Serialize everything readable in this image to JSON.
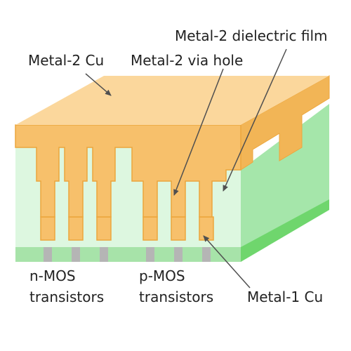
{
  "labels": {
    "dielectric": "Metal-2 dielectric film",
    "cu2": "Metal-2 Cu",
    "via": "Metal-2 via hole",
    "nmos_line1": "n-MOS",
    "nmos_line2": "transistors",
    "pmos_line1": "p-MOS",
    "pmos_line2": "transistors",
    "cu1": "Metal-1 Cu"
  },
  "colors": {
    "cu_top": "#fbd79c",
    "cu_front": "#f7c06b",
    "cu_side": "#f2b556",
    "cu_stroke": "#eca63d",
    "dielectric_front": "#ddf7e0",
    "dielectric_side": "#a5e6aa",
    "green_band_front": "#a7e3a9",
    "green_band_side": "#6fd66d",
    "gate": "#b5b5b5",
    "arrow": "#505050",
    "text": "#222222"
  }
}
